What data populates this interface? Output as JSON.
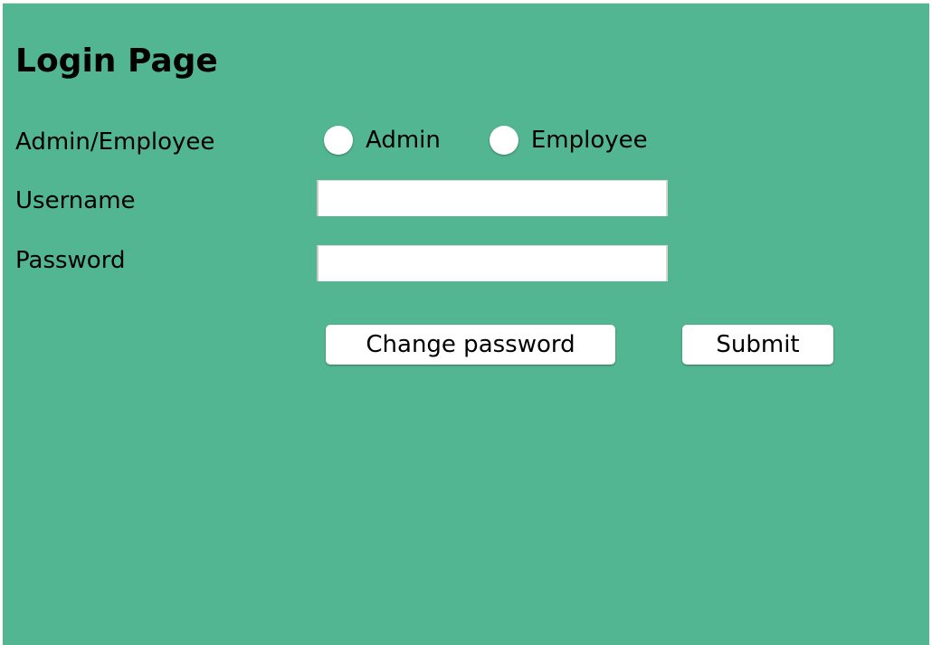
{
  "page": {
    "title": "Login Page",
    "background_color": "#53b692"
  },
  "form": {
    "role": {
      "label": "Admin/Employee",
      "options": [
        "Admin",
        "Employee"
      ],
      "selected": null
    },
    "username": {
      "label": "Username",
      "value": "",
      "placeholder": ""
    },
    "password": {
      "label": "Password",
      "value": "",
      "placeholder": ""
    }
  },
  "actions": {
    "change_password_label": "Change password",
    "submit_label": "Submit"
  }
}
